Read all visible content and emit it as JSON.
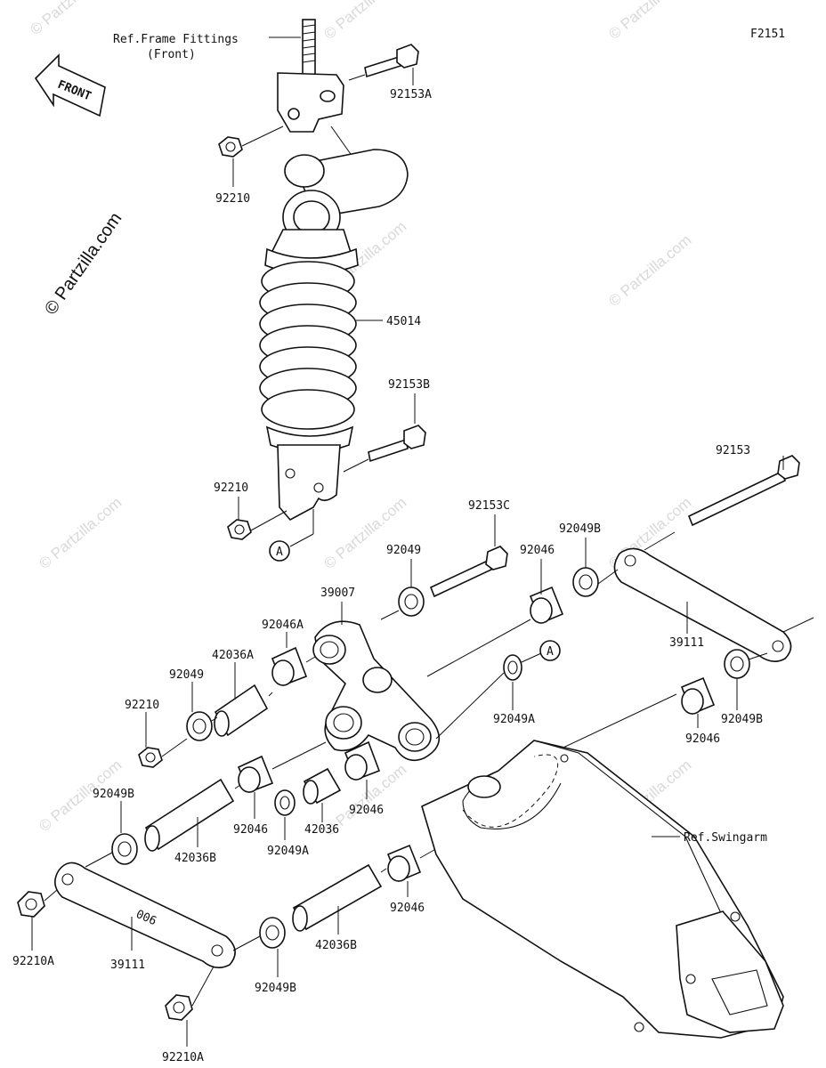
{
  "figure_code": "F2151",
  "watermark_text": "© Partzilla.com",
  "front_arrow_label": "FRONT",
  "ref_frame": [
    "Ref.Frame Fittings",
    "(Front)"
  ],
  "ref_swingarm": "Ref.Swingarm",
  "circle_marker": "A",
  "part_labels": {
    "p92153A": "92153A",
    "p92210_top": "92210",
    "p45014": "45014",
    "p92153B": "92153B",
    "p92210_mid": "92210",
    "p92153": "92153",
    "p92153C": "92153C",
    "p92049B_top": "92049B",
    "p92049_top": "92049",
    "p92046_top": "92046",
    "p39007": "39007",
    "p92046A": "92046A",
    "p42036A": "42036A",
    "p92049_left": "92049",
    "p92210_left": "92210",
    "p39111_right": "39111",
    "p92049A_right": "92049A",
    "p92049B_right": "92049B",
    "p92046_right": "92046",
    "p92049B_left": "92049B",
    "p42036B_left": "42036B",
    "p92046_mid1": "92046",
    "p92049A_mid": "92049A",
    "p42036": "42036",
    "p92046_mid2": "92046",
    "p92046_low": "92046",
    "p42036B_low": "42036B",
    "p92210A_left": "92210A",
    "p39111_left": "39111",
    "p92049B_low": "92049B",
    "p92210A_bottom": "92210A"
  }
}
